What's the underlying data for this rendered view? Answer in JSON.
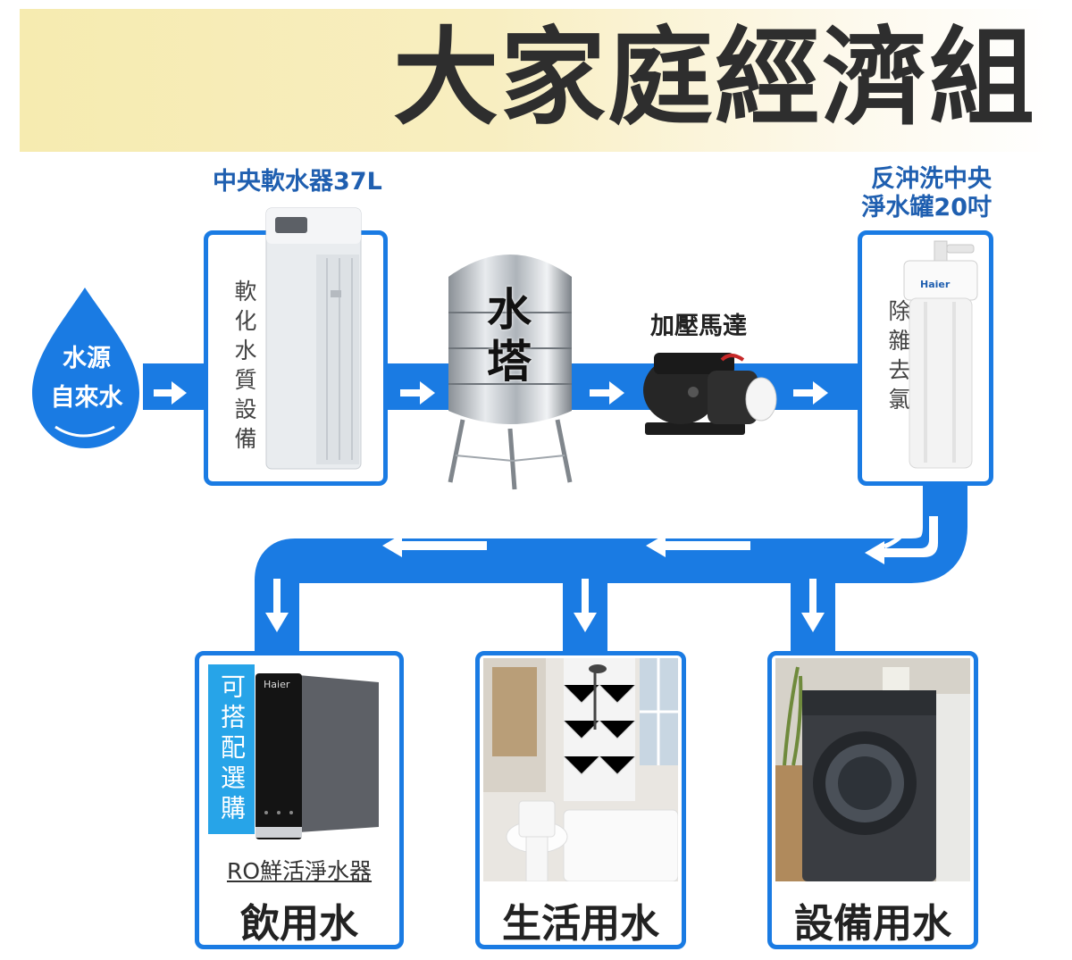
{
  "title": "大家庭經濟組",
  "source": {
    "line1": "水源",
    "line2": "自來水"
  },
  "softener": {
    "label": "中央軟水器37L",
    "vertical_text": "軟化水質設備"
  },
  "tower": {
    "text_top": "水",
    "text_bottom": "塔"
  },
  "pump": {
    "label": "加壓馬達"
  },
  "filter": {
    "label_line1": "反沖洗中央",
    "label_line2": "淨水罐20吋",
    "vertical_text": "除雜去氯",
    "brand": "Haier"
  },
  "outputs": {
    "drinking": {
      "label": "飲用水",
      "badge": "可搭配選購",
      "product": "RO鮮活淨水器",
      "brand": "Haier"
    },
    "living": {
      "label": "生活用水"
    },
    "equipment": {
      "label": "設備用水"
    }
  },
  "colors": {
    "pipe": "#1a7be3",
    "banner": "#f6ebb0",
    "label_blue": "#1f5fb0",
    "badge": "#27a4e8"
  }
}
